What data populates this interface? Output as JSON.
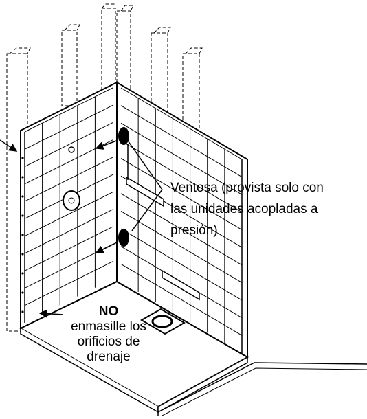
{
  "suction_cup_note": {
    "lines": [
      "Ventosa (provista solo con",
      "las unidades acopladas a",
      "presión)"
    ]
  },
  "drain_note": {
    "emphasis": "NO",
    "lines": [
      "enmasille los",
      "orificios de",
      "drenaje"
    ]
  }
}
